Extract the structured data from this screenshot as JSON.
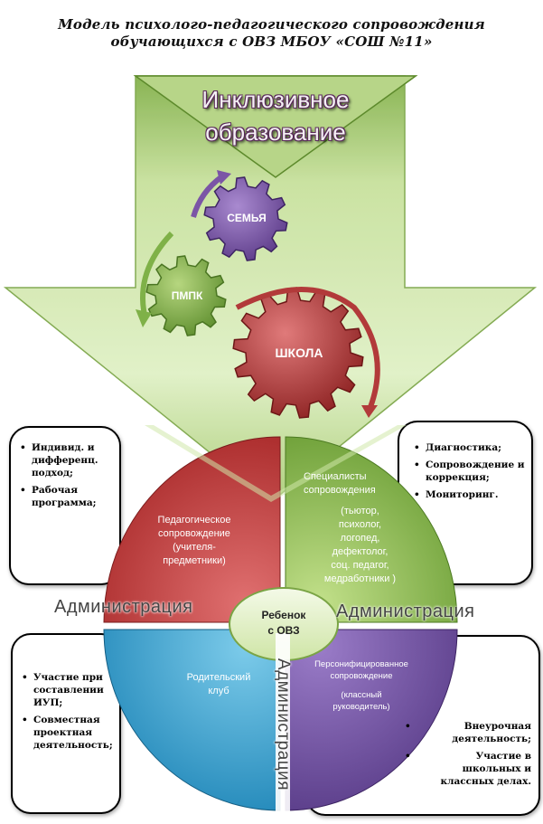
{
  "title": {
    "line1": "Модель психолого-педагогического сопровождения",
    "line2": "обучающихся с ОВЗ МБОУ «СОШ №11»"
  },
  "arrow": {
    "label_line1": "Инклюзивное",
    "label_line2": "образование"
  },
  "gears": {
    "family": "СЕМЬЯ",
    "pmpk": "ПМПК",
    "school": "ШКОЛА"
  },
  "center": {
    "line1": "Ребенок",
    "line2": "с ОВЗ"
  },
  "quadrants": {
    "pedagogical": [
      "Педагогическое",
      "сопровождение",
      "(учителя-",
      "предметники)"
    ],
    "specialists": [
      "Специалисты",
      "сопровождения",
      "(тьютор,",
      "психолог,",
      "логопед,",
      "дефектолог,",
      "соц. педагог,",
      "медработники )"
    ],
    "parents": [
      "Родительский",
      "клуб"
    ],
    "personalized": [
      "Персонифицированное",
      "сопровождение",
      "",
      "(классный",
      "руководитель)"
    ]
  },
  "boxes": {
    "top_left": [
      "Индивид. и дифференц. подход;",
      "Рабочая программа;"
    ],
    "top_right": [
      "Диагностика;",
      "Сопровождение и коррекция;",
      "Мониторинг."
    ],
    "bottom_left": [
      "Участие при составлении ИУП;",
      "Совместная проектная деятельность;"
    ],
    "bottom_right": [
      "Внеурочная деятельность;",
      "Участие в школьных и классных делах."
    ]
  },
  "administration": {
    "left": "Администрация",
    "right": "Администрация",
    "vertical": "Администрация"
  },
  "colors": {
    "arrow": "#a9cc74",
    "arrow_dark": "#6f9a3c",
    "family_gear": "#7b55a6",
    "pmpk_gear": "#85b04b",
    "school_gear": "#b23a3a",
    "ped_quadrant": "#b8302f",
    "spec_quadrant": "#8cbd4a",
    "parent_quadrant": "#2f9fd0",
    "personal_quadrant": "#6e4c9e"
  }
}
